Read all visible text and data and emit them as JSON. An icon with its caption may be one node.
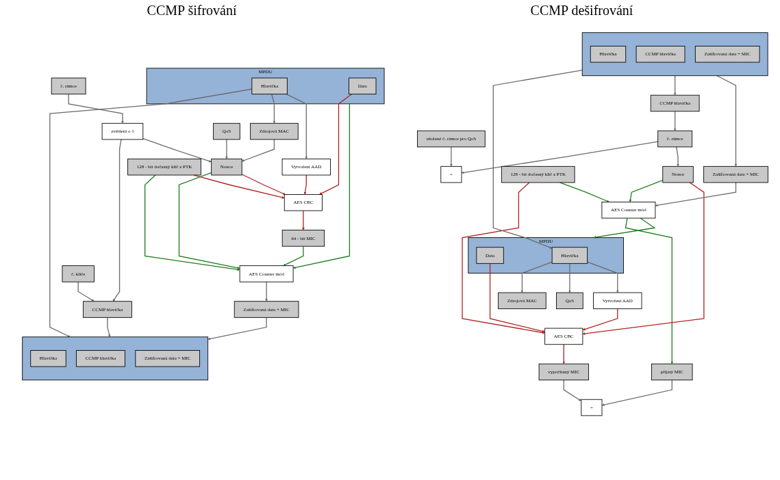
{
  "diagram": {
    "nodes": [
      {
        "text": [
          "č. klíče"
        ]
      },
      {
        "text": [
          "č. rámce"
        ]
      },
      {
        "text": [
          "QoS"
        ]
      },
      {
        "text": [
          "128 - bit dočasný klíč z PTK"
        ]
      },
      {
        "text": [
          "zvětšení o 1"
        ]
      },
      {
        "text": [
          "AES Counter mód"
        ]
      },
      {
        "text": [
          "Nonce"
        ]
      },
      {
        "text": [
          "AES CBC"
        ]
      },
      {
        "text": [
          "Zdrojová MAC"
        ]
      },
      {
        "text": [
          "Vytvoření AAD"
        ]
      },
      {
        "text": [
          "MPDU"
        ]
      },
      {
        "text": [
          "Hlavička"
        ],
        "in": 10
      },
      {
        "text": [
          "Data"
        ],
        "in": 10
      },
      {
        "text": [
          "64 - bit MIC"
        ]
      },
      {
        "text": [
          "CCMP hlavička"
        ]
      },
      {
        "text": [
          "Zašifrovaná data + MIC"
        ]
      },
      {
        "text": [],
        "shape": "box"
      },
      {
        "text": [
          "Hlavička"
        ],
        "in": 16
      },
      {
        "text": [
          "CCMP hlavička"
        ],
        "in": 16
      },
      {
        "text": [
          "Zašifrovaná data + MIC"
        ],
        "in": 16
      },
      {
        "text": [
          "uložené č. rámce pro QoS"
        ]
      },
      {
        "text": [
          "128 - bit dočasný klíč z PTK"
        ]
      },
      {
        "text": [
          "="
        ]
      },
      {
        "text": [
          "AES Counter mód"
        ]
      },
      {
        "text": [
          "č. rámce"
        ]
      },
      {
        "text": [
          "Nonce"
        ]
      },
      {
        "text": [
          "AES CBC"
        ]
      },
      {
        "text": [
          "vypočítaný MIC"
        ]
      },
      {
        "text": [
          "Zdrojová MAC"
        ]
      },
      {
        "text": [
          "QoS"
        ]
      },
      {
        "text": [
          "Vytvoření AAD"
        ]
      },
      {
        "text": [
          "="
        ]
      },
      {
        "text": [
          "MPDU"
        ]
      },
      {
        "text": [
          "Hlavička"
        ],
        "in": 32
      },
      {
        "text": [
          "Data"
        ],
        "in": 32
      },
      {
        "text": [
          "přijatý MIC"
        ]
      },
      {
        "text": [
          "CCMP hlavička"
        ]
      },
      {
        "text": [
          "Zašifrovaná data + MIC"
        ]
      },
      {
        "text": [],
        "shape": "box"
      },
      {
        "text": [
          "Hlavička"
        ],
        "in": 38
      },
      {
        "text": [
          "CCMP hlavička"
        ],
        "in": 38
      },
      {
        "text": [
          "Zašifrovaná data + MIC"
        ],
        "in": 38
      }
    ],
    "edges": [
      {
        "from": 0,
        "to": 14,
        "arrow": "to"
      },
      {
        "from": 1,
        "to": 4,
        "arrow": "to"
      },
      {
        "from": 4,
        "to": 14,
        "arrow": "to"
      },
      {
        "from": 4,
        "to": 6,
        "arrow": "to"
      },
      {
        "from": 2,
        "to": 6,
        "arrow": "to"
      },
      {
        "from": 3,
        "to": 7,
        "arrow": "to",
        "color": "#b22222"
      },
      {
        "from": 3,
        "to": 5,
        "arrow": "to",
        "color": "#1e7b1e"
      },
      {
        "from": 6,
        "to": 5,
        "arrow": "to",
        "color": "#1e7b1e"
      },
      {
        "from": 6,
        "to": 7,
        "arrow": "to",
        "color": "#b22222"
      },
      {
        "from": 8,
        "to": 6,
        "arrow": "to"
      },
      {
        "from": 11,
        "to": 8,
        "arrow": "to"
      },
      {
        "from": 11,
        "to": 9,
        "arrow": "to"
      },
      {
        "from": 9,
        "to": 7,
        "arrow": "to",
        "color": "#b22222"
      },
      {
        "from": 7,
        "to": 13,
        "arrow": "to",
        "color": "#b22222"
      },
      {
        "from": 13,
        "to": 5,
        "arrow": "to",
        "color": "#1e7b1e"
      },
      {
        "from": 12,
        "to": 7,
        "arrow": "to",
        "color": "#b22222"
      },
      {
        "from": 10,
        "to": 5,
        "arrow": "to",
        "color": "#1e7b1e"
      },
      {
        "from": 11,
        "to": 16,
        "arrow": "to"
      },
      {
        "from": 5,
        "to": 15,
        "arrow": "to"
      },
      {
        "from": 14,
        "to": 16,
        "arrow": "to"
      },
      {
        "from": 15,
        "to": 16,
        "arrow": "to"
      },
      {
        "from": 20,
        "to": 22,
        "arrow": "to"
      },
      {
        "from": 24,
        "to": 22,
        "arrow": "to"
      },
      {
        "from": 24,
        "to": 25,
        "arrow": "to"
      },
      {
        "from": 21,
        "to": 26,
        "arrow": "to",
        "color": "#b22222"
      },
      {
        "from": 21,
        "to": 23,
        "arrow": "to",
        "color": "#1e7b1e"
      },
      {
        "from": 25,
        "to": 23,
        "arrow": "to",
        "color": "#1e7b1e"
      },
      {
        "from": 25,
        "to": 26,
        "arrow": "to",
        "color": "#b22222"
      },
      {
        "from": 30,
        "to": 26,
        "arrow": "to",
        "color": "#b22222"
      },
      {
        "from": 26,
        "to": 27,
        "arrow": "to",
        "color": "#b22222"
      },
      {
        "from": 27,
        "to": 31,
        "arrow": "to"
      },
      {
        "from": 35,
        "to": 31,
        "arrow": "to"
      },
      {
        "from": 23,
        "to": 35,
        "arrow": "to",
        "color": "#1e7b1e"
      },
      {
        "from": 34,
        "to": 26,
        "arrow": "to",
        "color": "#b22222"
      },
      {
        "from": 23,
        "to": 32,
        "arrow": "to",
        "color": "#1e7b1e"
      },
      {
        "from": 33,
        "to": 28,
        "arrow": "to"
      },
      {
        "from": 33,
        "to": 29,
        "arrow": "to"
      },
      {
        "from": 33,
        "to": 30,
        "arrow": "to"
      },
      {
        "from": 38,
        "to": 33,
        "arrow": "to"
      },
      {
        "from": 38,
        "to": 36,
        "arrow": "to"
      },
      {
        "from": 36,
        "to": 24,
        "arrow": "to"
      },
      {
        "from": 38,
        "to": 37,
        "arrow": "to"
      },
      {
        "from": 37,
        "to": 23,
        "arrow": "to"
      }
    ],
    "labels": [
      "CCMP šifrování",
      "CCMP dešifrování"
    ]
  }
}
